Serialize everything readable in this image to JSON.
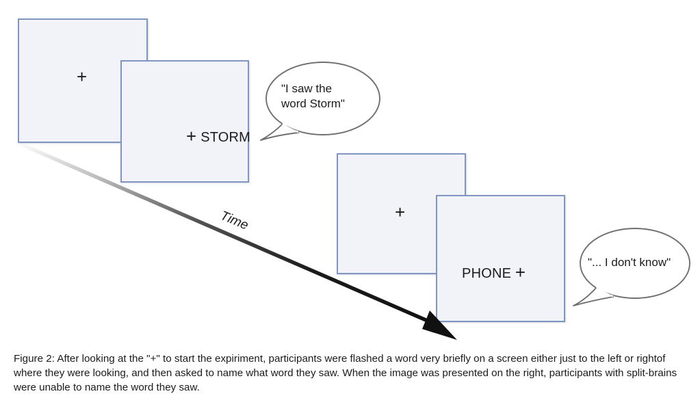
{
  "figure": {
    "caption": "Figure 2: After looking at the \"+\" to start the expiriment, participants were flashed a word very briefly on a screen either just to the left or rightof where they were looking, and then asked to name what word they saw. When the image was presented on the right, participants with split-brains were unable to name the word they saw.",
    "timeline_label": "Time"
  },
  "colors": {
    "panel_fill": "#f1f3f9",
    "panel_border": "#8096c0",
    "bubble_stroke": "#6f6f6f",
    "bubble_fill": "#ffffff",
    "arrow": "#111111",
    "text": "#1b1b1b",
    "background": "#ffffff"
  },
  "trials": [
    {
      "name": "left-visual-field-trial",
      "fixation_panel": {
        "label": "fixation-cross",
        "text": "+"
      },
      "stimulus_panel": {
        "label": "stimulus-storm",
        "plus": "+",
        "word": "STORM",
        "word_side": "right"
      },
      "response": {
        "speaker": "participant",
        "text": "\"I saw the\nword Storm\""
      }
    },
    {
      "name": "right-visual-field-trial",
      "fixation_panel": {
        "label": "fixation-cross",
        "text": "+"
      },
      "stimulus_panel": {
        "label": "stimulus-phone",
        "plus": "+",
        "word": "PHONE",
        "word_side": "left"
      },
      "response": {
        "speaker": "participant",
        "text": "\"... I don't know\""
      }
    }
  ]
}
